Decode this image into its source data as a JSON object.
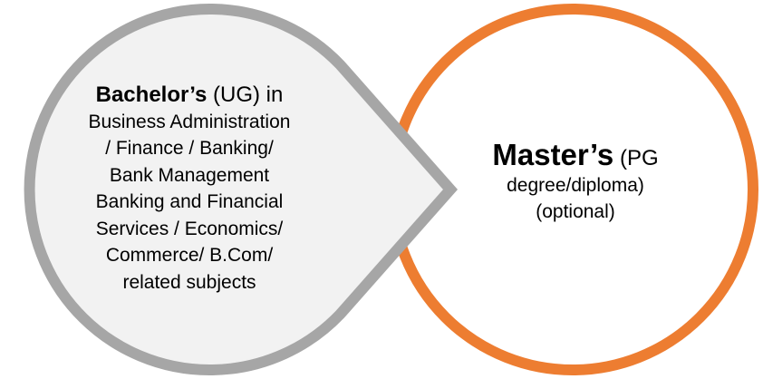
{
  "colors": {
    "left_fill": "#f2f2f2",
    "left_stroke": "#a6a6a6",
    "right_fill": "#ffffff",
    "right_stroke": "#ed7d31"
  },
  "left_node": {
    "heading_bold": "Bachelor’s",
    "heading_rest": "(UG)",
    "heading_tail": "in",
    "lines": [
      "Business Administration",
      "/ Finance / Banking/",
      "Bank Management",
      "Banking and Financial",
      "Services  / Economics/",
      "Commerce/ B.Com/",
      "related subjects"
    ]
  },
  "right_node": {
    "heading_bold": "Master’s",
    "heading_rest": "(PG",
    "lines": [
      "degree/diploma)",
      "(optional)"
    ]
  }
}
